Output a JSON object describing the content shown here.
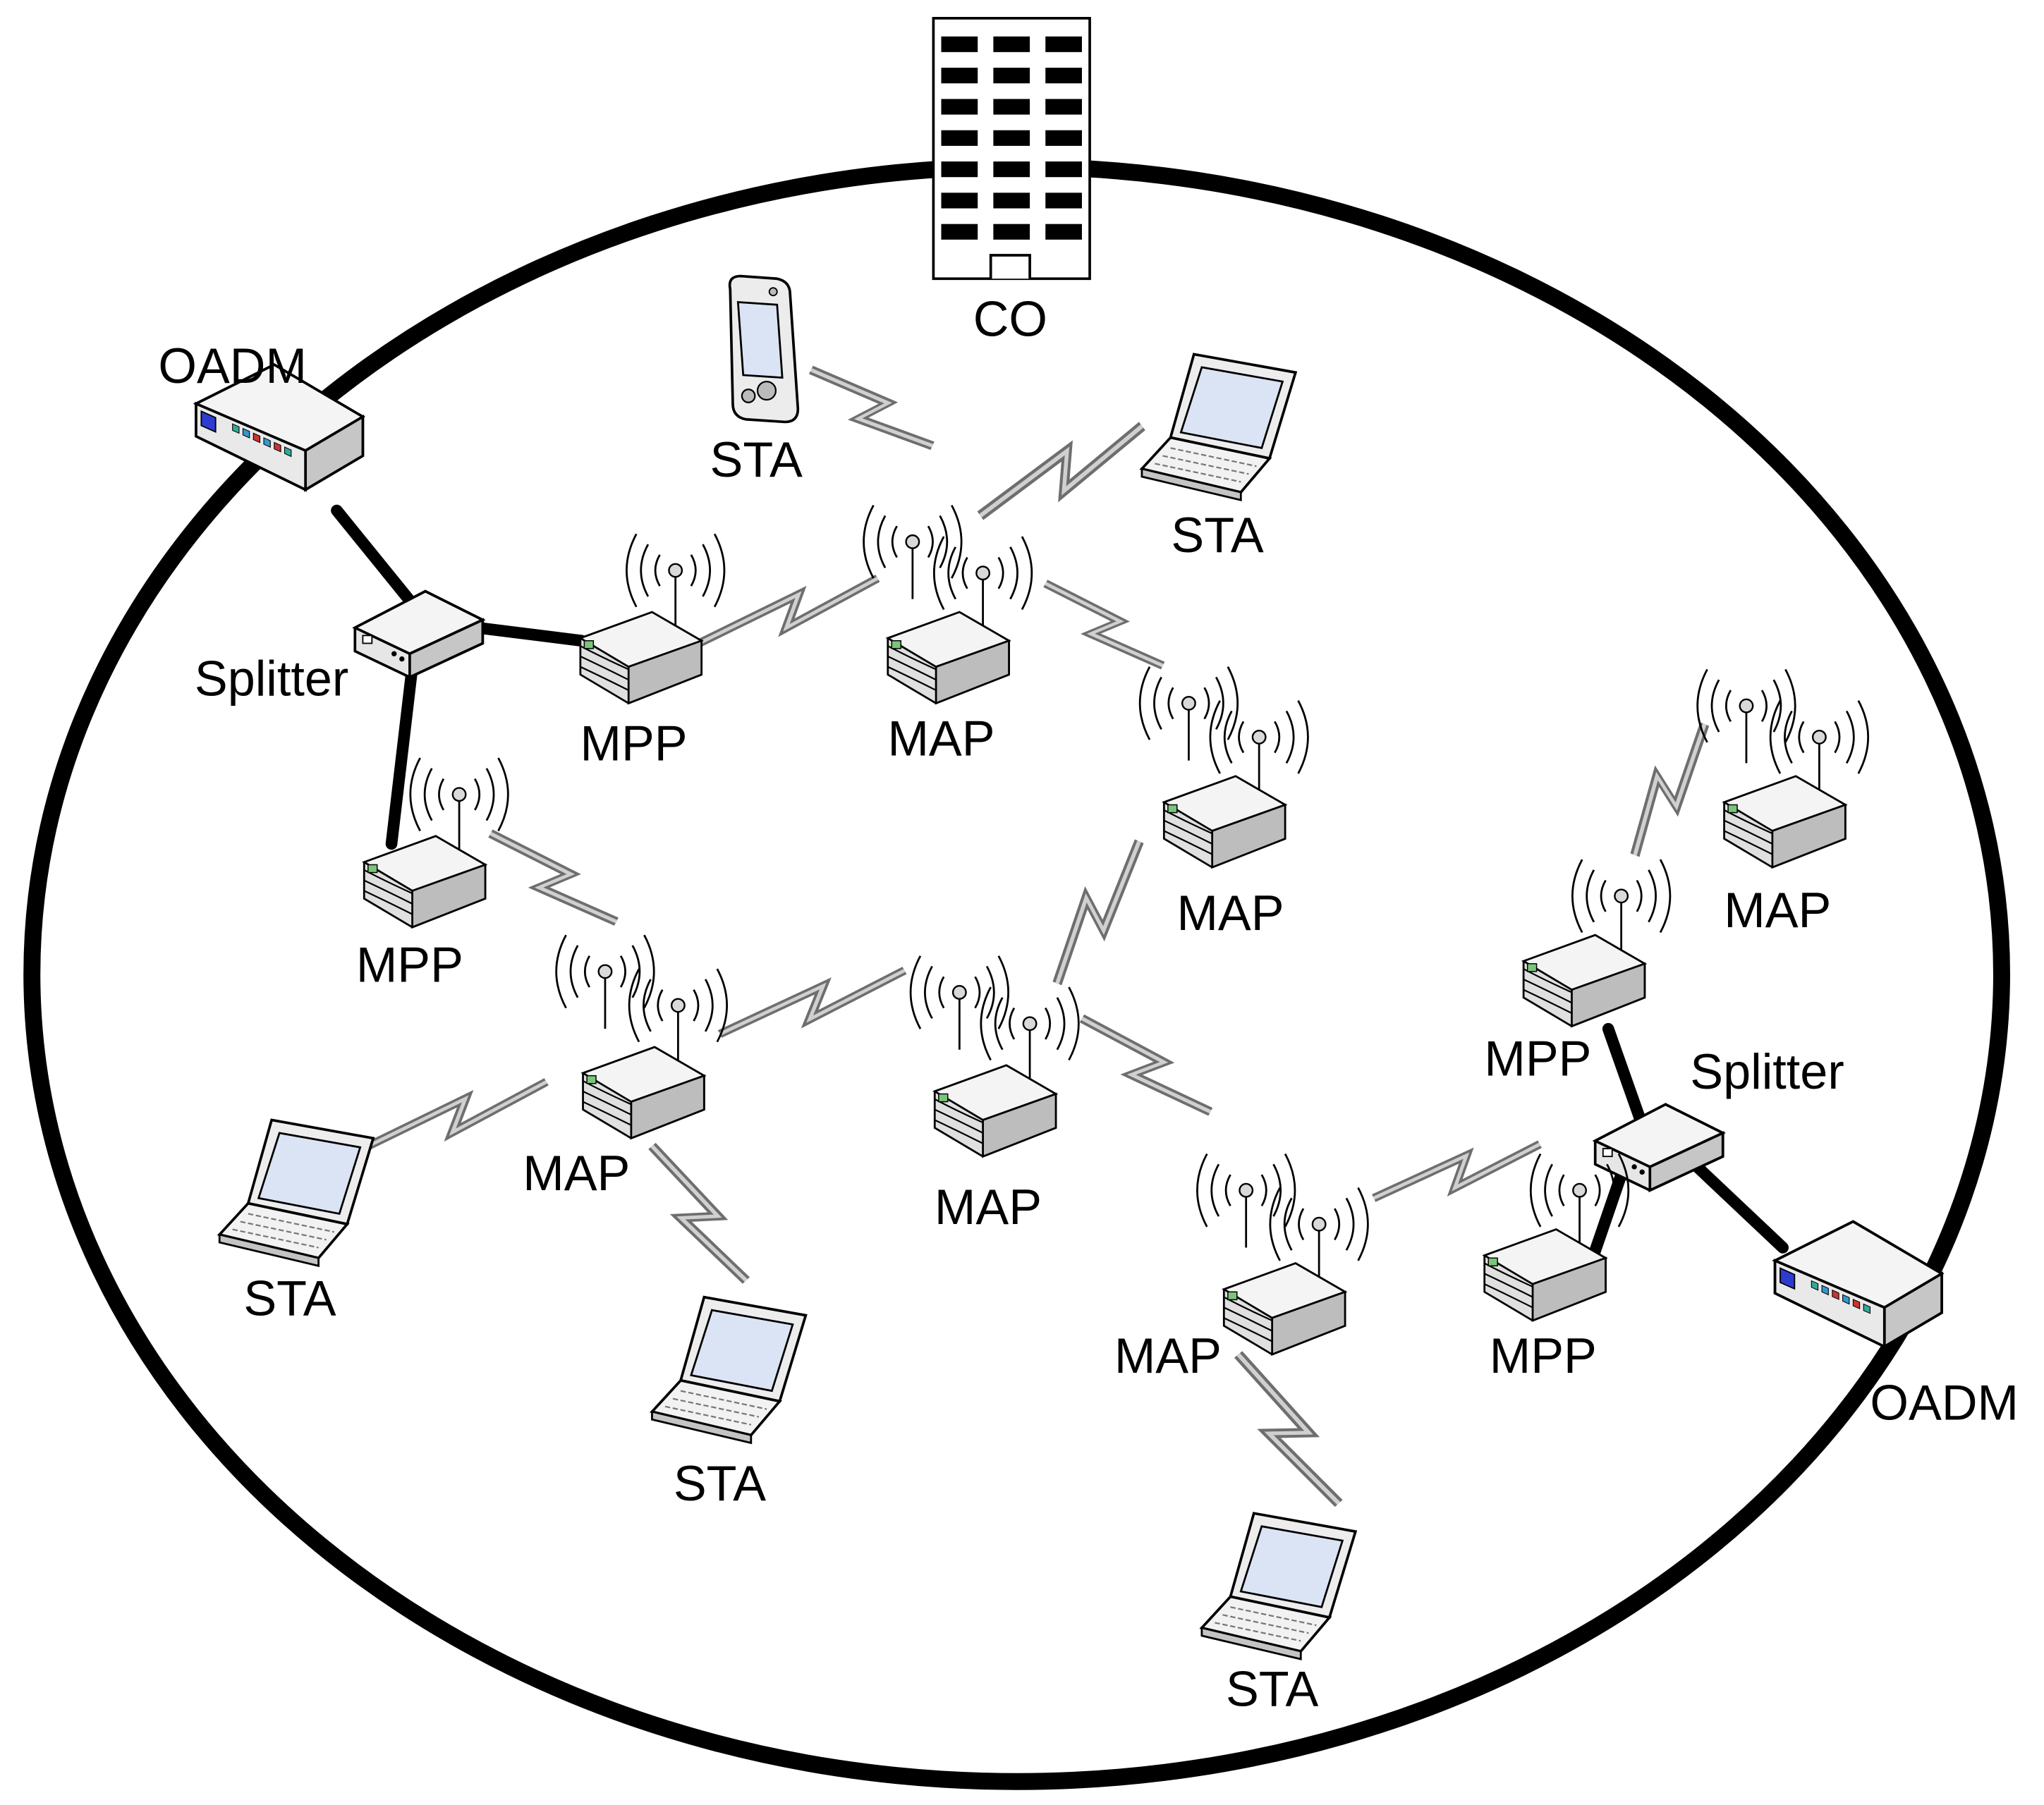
{
  "labels": {
    "co": "CO",
    "oadm_left": "OADM",
    "oadm_right": "OADM",
    "splitter_left": "Splitter",
    "splitter_right": "Splitter",
    "mpp_1": "MPP",
    "mpp_2": "MPP",
    "mpp_3": "MPP",
    "mpp_4": "MPP",
    "map_1": "MAP",
    "map_2": "MAP",
    "map_3": "MAP",
    "map_4": "MAP",
    "map_5": "MAP",
    "map_6": "MAP",
    "sta_phone": "STA",
    "sta_laptop_top": "STA",
    "sta_laptop_left": "STA",
    "sta_laptop_bottom_left": "STA",
    "sta_laptop_bottom": "STA"
  },
  "colors": {
    "ring": "#000000",
    "fiber": "#000000",
    "wireless": "#6e6e6e",
    "device_top": "#f2f2f2",
    "device_front": "#e0e0e0",
    "device_side": "#bdbdbd",
    "led_blue": "#2e3bd0",
    "screen": "#dbe4f5"
  },
  "icons": {
    "central_office": "building-icon",
    "oadm": "oadm-device-icon",
    "splitter": "optical-splitter-icon",
    "mpp": "wireless-router-icon",
    "map": "wireless-router-icon",
    "sta_phone": "pda-icon",
    "sta_laptop": "laptop-icon",
    "wireless_link": "lightning-link-icon"
  }
}
